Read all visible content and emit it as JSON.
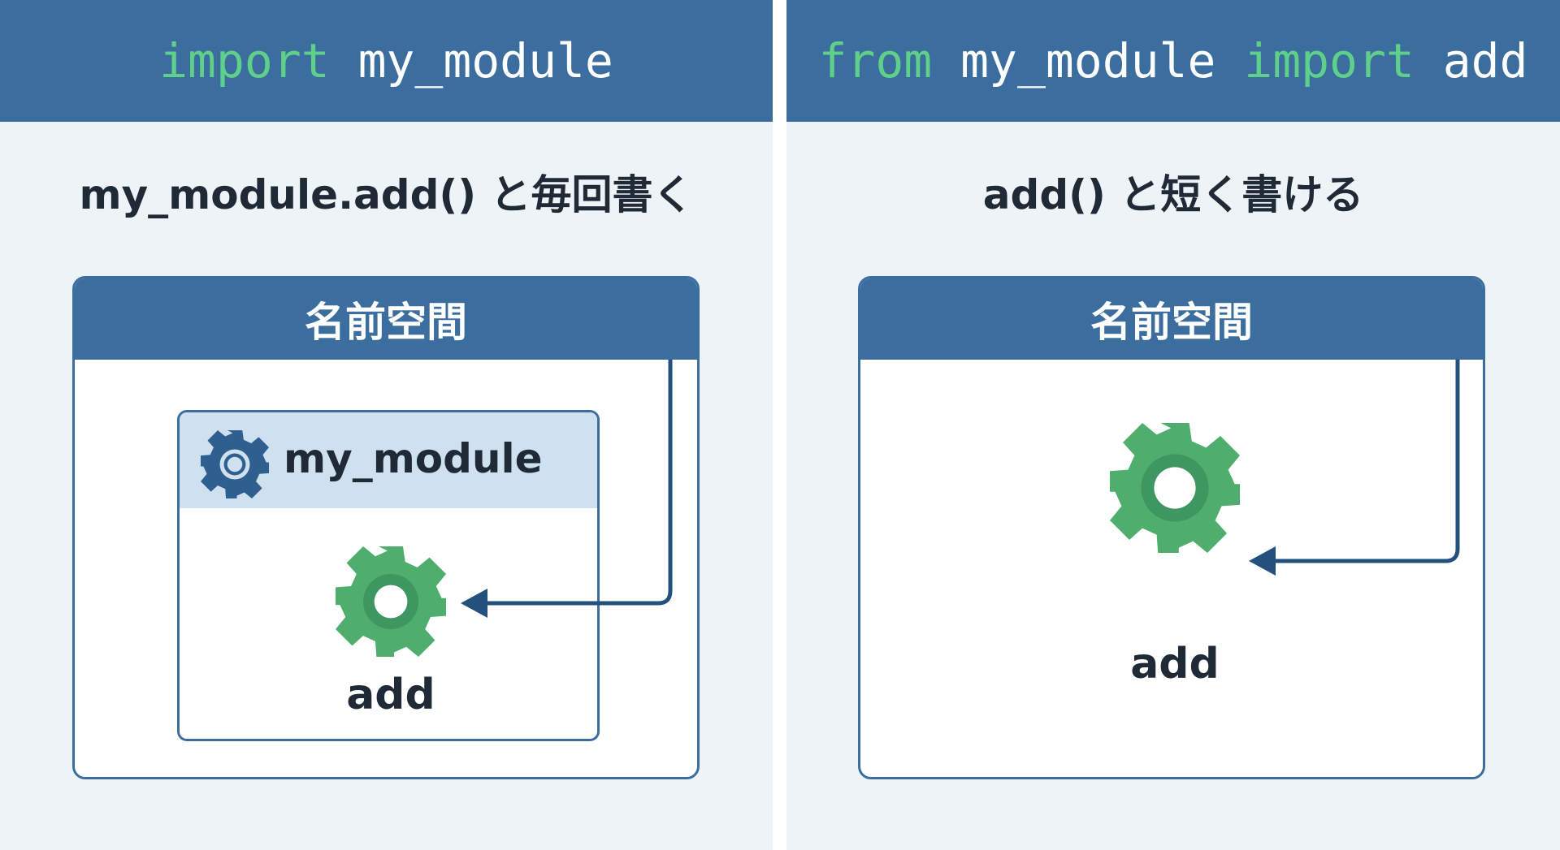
{
  "left": {
    "code": {
      "kw1": "import",
      "rest1": " my_module"
    },
    "caption": "my_module.add() と毎回書く",
    "namespace_label": "名前空間",
    "module_name": "my_module",
    "function_name": "add"
  },
  "right": {
    "code": {
      "kw1": "from",
      "mid1": " my_module ",
      "kw2": "import",
      "rest2": " add"
    },
    "caption": "add() と短く書ける",
    "namespace_label": "名前空間",
    "function_name": "add"
  },
  "colors": {
    "header_blue": "#3b6e9e",
    "keyword_green": "#5fd08a",
    "gear_green": "#4fae6e",
    "gear_blue": "#2f5f8e",
    "module_header": "#cfe0ef"
  }
}
